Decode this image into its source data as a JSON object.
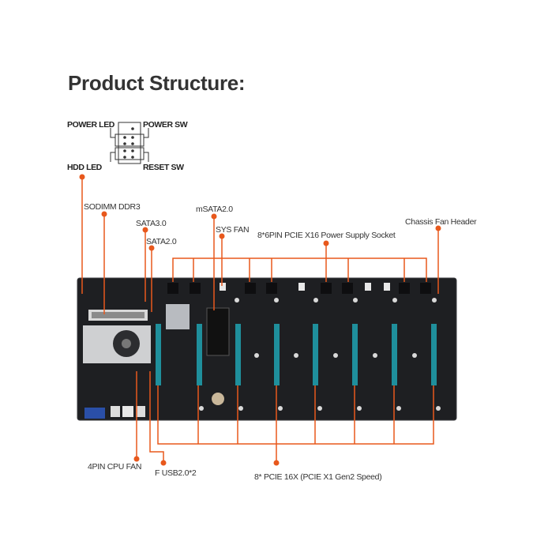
{
  "title": "Product Structure:",
  "header_pins": {
    "power_led": "POWER LED",
    "power_sw": "POWER SW",
    "hdd_led": "HDD  LED",
    "reset_sw": "RESET SW"
  },
  "labels": {
    "sodimm": "SODIMM DDR3",
    "sata3": "SATA3.0",
    "sata2": "SATA2.0",
    "msata": "mSATA2.0",
    "sys_fan": "SYS FAN",
    "power_socket": "8*6PIN PCIE X16 Power Supply Socket",
    "chassis_fan": "Chassis Fan Header",
    "cpu_fan": "4PIN CPU FAN",
    "usb": "F USB2.0*2",
    "pcie": "8* PCIE 16X (PCIE X1 Gen2 Speed)"
  },
  "colors": {
    "accent": "#e8581c",
    "board": "#1e1f22",
    "slot": "#1f8f9c"
  }
}
